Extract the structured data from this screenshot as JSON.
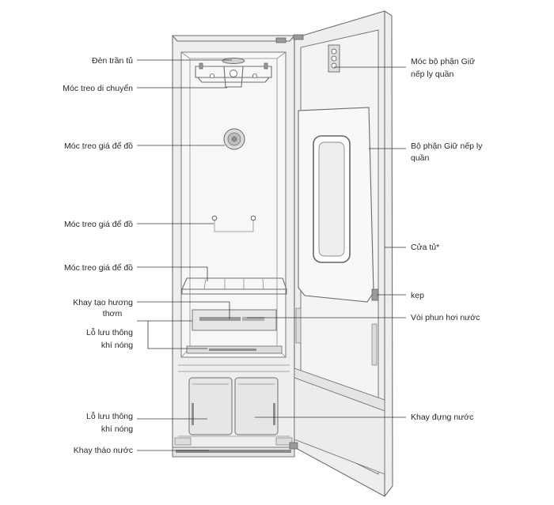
{
  "colors": {
    "background": "#ffffff",
    "line": "#3a3a3a",
    "cabinet": "#eeeeee",
    "text": "#2a2a2a"
  },
  "labels": {
    "l1": "Đèn trần tủ",
    "l2": "Móc treo di chuyển",
    "l3": "Móc treo giá để đồ",
    "l4": "Móc treo giá để đồ",
    "l5": "Móc treo giá để đồ",
    "l6a": "Khay tạo hương",
    "l6b": "thơm",
    "l7a": "Lỗ lưu thông",
    "l7b": "khí nóng",
    "l8a": "Lỗ lưu thông",
    "l8b": "khí nóng",
    "l9": "Khay tháo nước",
    "r1a": "Móc bộ phận Giữ",
    "r1b": "nếp ly quần",
    "r2a": "Bộ phận Giữ nếp ly",
    "r2b": "quần",
    "r3": "Cửa tủ*",
    "r4": "kẹp",
    "r5": "Vòi phun hơi nước",
    "r6": "Khay đựng nước"
  }
}
